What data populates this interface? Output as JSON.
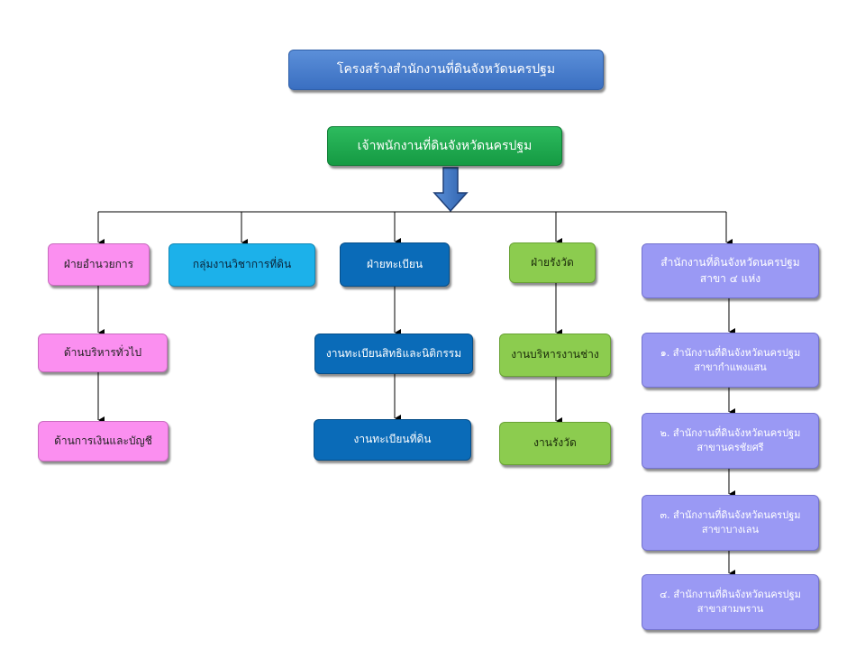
{
  "title": "โครงสร้างสำนักงานที่ดินจังหวัดนครปฐม",
  "head": "เจ้าพนักงานที่ดินจังหวัดนครปฐม",
  "divisions": {
    "admin": "ฝ่ายอำนวยการ",
    "technical": "กลุ่มงานวิชาการที่ดิน",
    "registration": "ฝ่ายทะเบียน",
    "survey": "ฝ่ายรังวัด",
    "branches_line1": "สำนักงานที่ดินจังหวัดนครปฐม",
    "branches_line2": "สาขา ๔ แห่ง"
  },
  "admin_units": [
    "ด้านบริหารทั่วไป",
    "ด้านการเงินและบัญชี"
  ],
  "registration_units": [
    "งานทะเบียนสิทธิและนิติกรรม",
    "งานทะเบียนที่ดิน"
  ],
  "survey_units": [
    "งานบริหารงานช่าง",
    "งานรังวัด"
  ],
  "branches": [
    {
      "line1": "๑. สำนักงานที่ดินจังหวัดนครปฐม",
      "line2": "สาขากำแพงแสน"
    },
    {
      "line1": "๒. สำนักงานที่ดินจังหวัดนครปฐม",
      "line2": "สาขานครชัยศรี"
    },
    {
      "line1": "๓. สำนักงานที่ดินจังหวัดนครปฐม",
      "line2": "สาขาบางเลน"
    },
    {
      "line1": "๔. สำนักงานที่ดินจังหวัดนครปฐม",
      "line2": "สาขาสามพราน"
    }
  ],
  "colors": {
    "title": "#3a6fc1",
    "head": "#159a43",
    "admin": "#fb8ff0",
    "technical": "#1cb1ea",
    "registration": "#0a6bb8",
    "survey": "#8ccc4f",
    "branches": "#9a99f4",
    "arrow": "#3f75c2"
  }
}
